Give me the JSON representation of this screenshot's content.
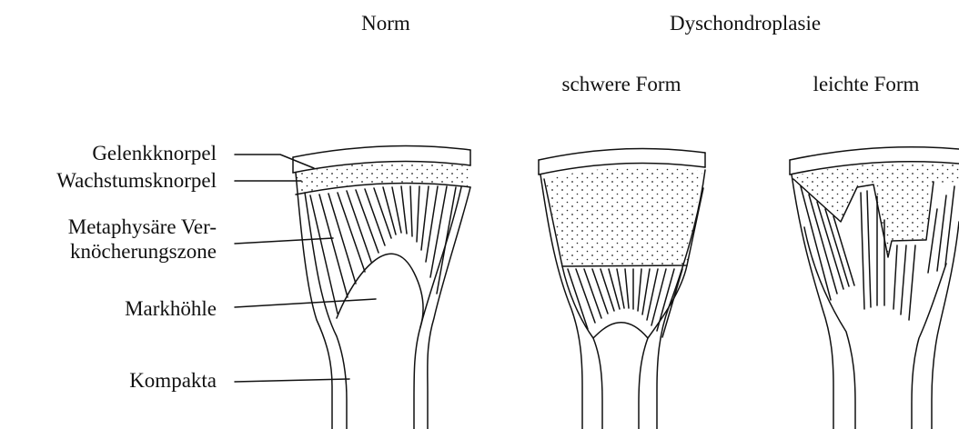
{
  "header": {
    "norm": "Norm",
    "dyschondroplasie": "Dyschondroplasie",
    "schwere_form": "schwere Form",
    "leichte_form": "leichte Form"
  },
  "labels": [
    {
      "id": "gelenkknorpel",
      "text": "Gelenkknorpel"
    },
    {
      "id": "wachstumsknorpel",
      "text": "Wachstumsknorpel"
    },
    {
      "id": "metaphysaere-1",
      "text": "Metaphysäre Ver-"
    },
    {
      "id": "metaphysaere-2",
      "text": "knöcherungszone"
    },
    {
      "id": "markhoehle",
      "text": "Markhöhle"
    },
    {
      "id": "kompakta",
      "text": "Kompakta"
    }
  ]
}
